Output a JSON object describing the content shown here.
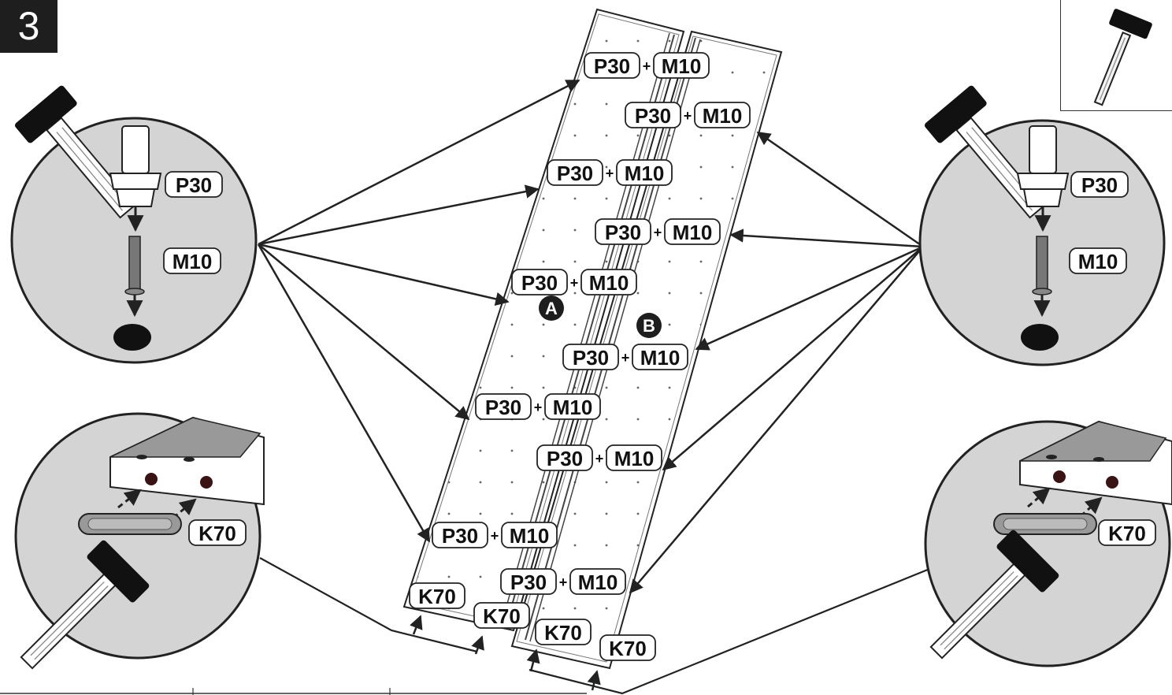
{
  "step": "3",
  "codes": {
    "dowel": "P30",
    "cam": "M10",
    "plus": "+",
    "glide": "K70"
  },
  "panel_labels": {
    "left": "A",
    "right": "B"
  },
  "colors": {
    "lens_fill": "#d4d4d4",
    "outline": "#222222",
    "badge_bg": "#1e1e1e"
  }
}
